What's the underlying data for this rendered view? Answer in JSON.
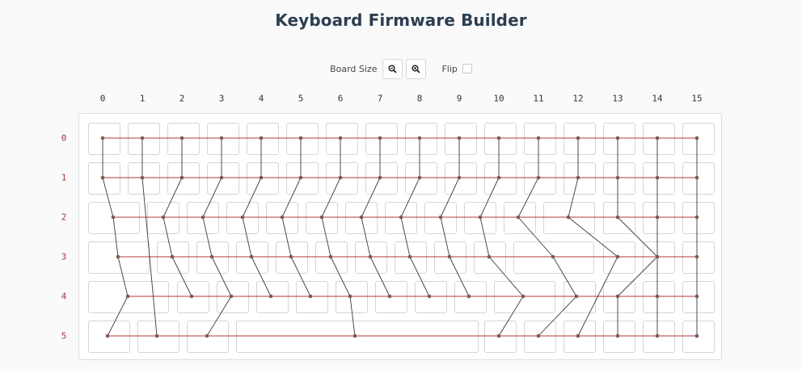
{
  "app": {
    "title": "Keyboard Firmware Builder"
  },
  "toolbar": {
    "board_size_label": "Board Size",
    "zoom_out_icon": "zoom-out-icon",
    "zoom_in_icon": "zoom-in-icon",
    "flip_label": "Flip",
    "flip_checked": false
  },
  "matrix": {
    "columns": [
      "0",
      "1",
      "2",
      "3",
      "4",
      "5",
      "6",
      "7",
      "8",
      "9",
      "10",
      "11",
      "12",
      "13",
      "14",
      "15"
    ],
    "rows": [
      "0",
      "1",
      "2",
      "3",
      "4",
      "5"
    ],
    "row_wire_color": "#b03a3a",
    "col_wire_color": "#3a3a3a",
    "node_color": "#7a5a5a"
  }
}
